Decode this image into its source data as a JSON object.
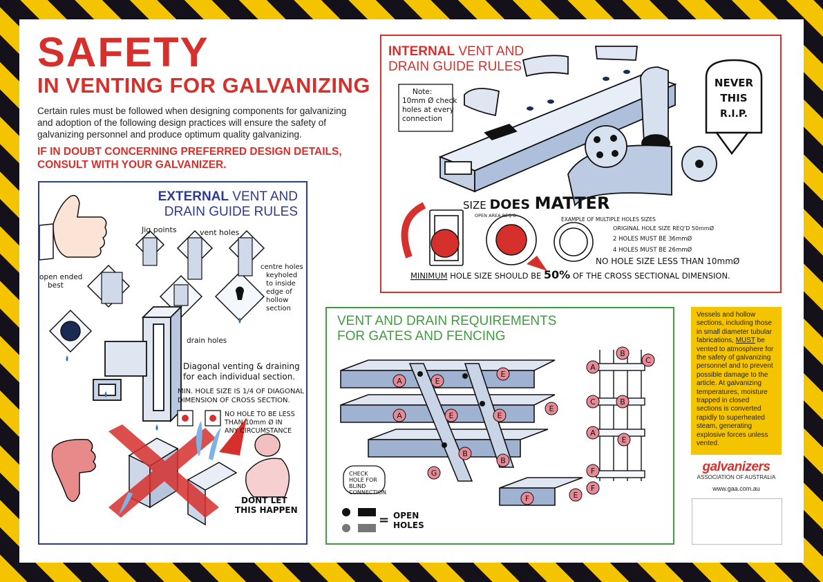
{
  "title": "SAFETY",
  "subtitle": "IN VENTING FOR GALVANIZING",
  "intro": "Certain rules must be followed when designing components for galvanizing and adoption of the following design practices will ensure the safety of galvanizing personnel and produce optimum quality galvanizing.",
  "warning": "IF IN DOUBT CONCERNING PREFERRED DESIGN DETAILS, CONSULT WITH YOUR GALVANIZER.",
  "external": {
    "title_bold": "EXTERNAL",
    "title_rest": " VENT AND",
    "title_line2": "DRAIN GUIDE RULES",
    "labels": {
      "jig_points": "Jig points",
      "vent_holes": "vent holes",
      "open_ended": "open ended",
      "best": "best",
      "centre1": "centre holes",
      "centre2": "keyholed",
      "centre3": "to inside",
      "centre4": "edge of",
      "centre5": "hollow",
      "centre6": "section",
      "drain_holes": "drain holes",
      "diag1": "Diagonal venting & draining",
      "diag2": "for each individual section.",
      "min1": "MIN. HOLE SIZE IS 1/4 OF DIAGONAL",
      "min2": "DIMENSION OF CROSS SECTION.",
      "nohole1": "NO HOLE TO BE LESS",
      "nohole2": "THAN 10mm Ø IN",
      "nohole3": "ANY CIRCUMSTANCE",
      "dont1": "DONT LET",
      "dont2": "THIS HAPPEN"
    }
  },
  "internal": {
    "title_bold": "INTERNAL",
    "title_rest": " VENT AND",
    "title_line2": "DRAIN GUIDE RULES",
    "labels": {
      "note1": "Note:",
      "note2": "10mm Ø check",
      "note3": "holes at every",
      "note4": "connection",
      "never1": "NEVER",
      "never2": "THIS",
      "never3": "R.I.P.",
      "size_a": "SIZE ",
      "size_b": "DOES ",
      "size_c": "MATTER",
      "open_area": "OPEN AREA REQ'D",
      "example": "EXAMPLE OF MULTIPLE HOLES SIZES",
      "orig": "ORIGINAL HOLE SIZE REQ'D  50mmØ",
      "two": "2 HOLES MUST BE 36mmØ",
      "four": "4 HOLES MUST BE 26mmØ",
      "noless": "NO HOLE SIZE LESS THAN 10mmØ",
      "min_a": "MINIMUM",
      "min_b": " HOLE SIZE SHOULD BE ",
      "min_c": "50%",
      "min_d": " OF THE CROSS SECTIONAL DIMENSION."
    }
  },
  "gates": {
    "title_line1": "VENT AND DRAIN REQUIREMENTS",
    "title_line2": "FOR GATES AND FENCING",
    "labels": {
      "check1": "CHECK",
      "check2": "HOLE FOR",
      "check3": "BLIND",
      "check4": "CONNECTION",
      "open1": "OPEN",
      "open2": "HOLES",
      "letters": [
        "A",
        "E",
        "E",
        "A",
        "E",
        "E",
        "E",
        "B",
        "B",
        "G",
        "E",
        "F",
        "A",
        "B",
        "C",
        "C",
        "B",
        "A",
        "E",
        "F",
        "F"
      ]
    }
  },
  "note_box": {
    "text_a": "Vessels and hollow sections, including those in small diameter tubular fabrications, ",
    "text_must": "MUST",
    "text_b": " be vented to atmosphere for the safety of galvanizing personnel and to prevent possible damage to the article. At galvanizing temperatures, moisture trapped in closed sections is converted rapidly to superheated steam, generating explosive forces unless vented."
  },
  "logo": {
    "brand": "galvanizers",
    "assoc": "ASSOCIATION OF AUSTRALIA"
  },
  "website": "www.gaa.com.au",
  "colors": {
    "red": "#d6302c",
    "blue": "#2b3b8f",
    "green": "#3e9c3e",
    "yellow": "#f5c400",
    "black": "#15111a"
  }
}
